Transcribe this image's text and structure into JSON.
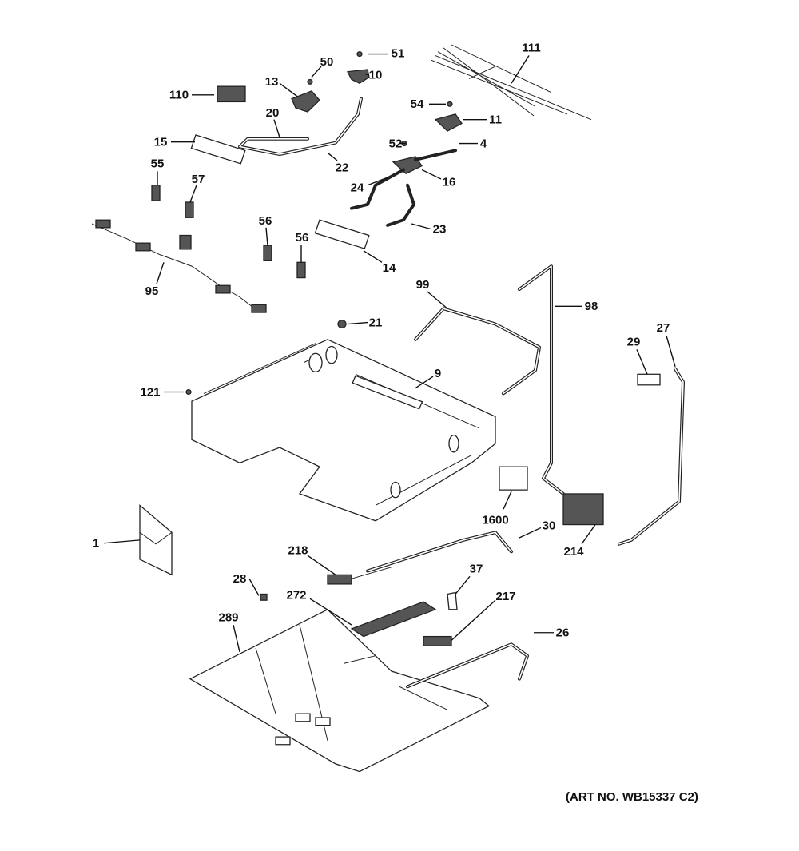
{
  "diagram": {
    "callouts": [
      "51",
      "50",
      "10",
      "111",
      "13",
      "110",
      "54",
      "11",
      "20",
      "15",
      "52",
      "4",
      "22",
      "55",
      "57",
      "16",
      "24",
      "23",
      "56",
      "56",
      "14",
      "95",
      "99",
      "98",
      "21",
      "29",
      "27",
      "9",
      "121",
      "1600",
      "1",
      "30",
      "214",
      "218",
      "28",
      "37",
      "272",
      "217",
      "289",
      "26"
    ],
    "art_number": "(ART NO. WB15337 C2)"
  }
}
